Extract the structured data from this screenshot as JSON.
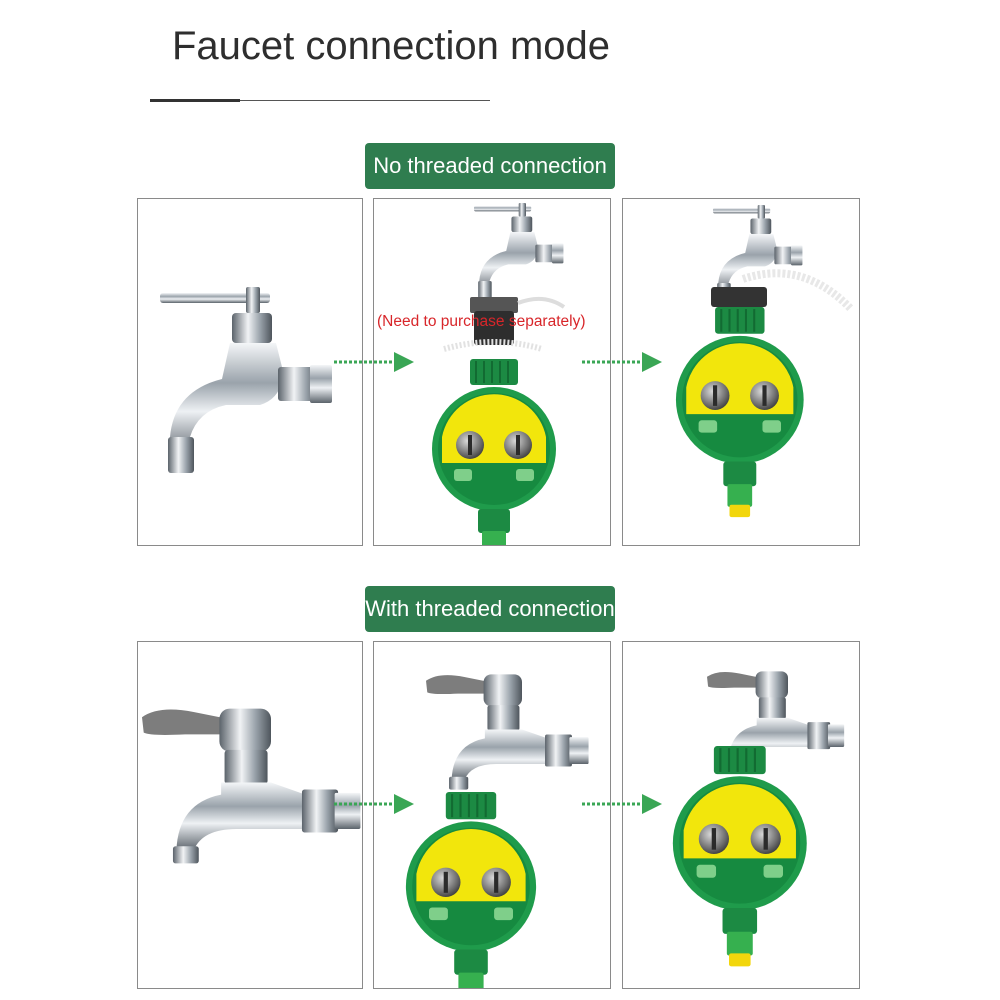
{
  "title": "Faucet connection mode",
  "sections": [
    {
      "label": "No threaded connection",
      "note": "(Need to purchase separately)"
    },
    {
      "label": "With threaded connection"
    }
  ],
  "colors": {
    "accent_green": "#2f7d4f",
    "arrow_green": "#3aa655",
    "timer_green": "#1f9b4b",
    "dial_yellow": "#f2e60c",
    "note_red": "#d8262a"
  },
  "icons": [
    "faucet-icon",
    "adapter-icon",
    "water-timer-icon",
    "arrow-right-icon"
  ]
}
